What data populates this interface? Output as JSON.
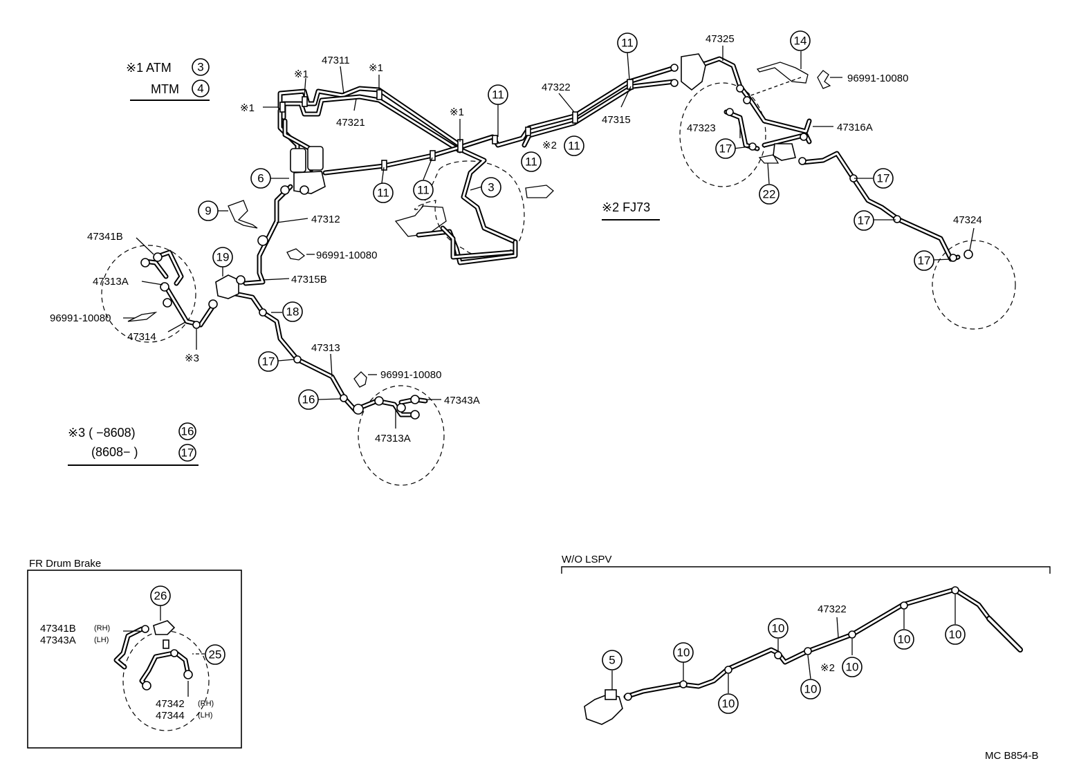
{
  "main": {
    "notes": {
      "n1_atm": "※1 ATM",
      "n1_atm_ref": "3",
      "n1_mtm": "MTM",
      "n1_mtm_ref": "4",
      "n2": "※2 FJ73",
      "n3_a": "※3 (        −8608)",
      "n3_a_ref": "16",
      "n3_b": "(8608−          )",
      "n3_b_ref": "17"
    },
    "parts": {
      "p47311": "47311",
      "p47321": "47321",
      "p47322": "47322",
      "p47315": "47315",
      "p47325": "47325",
      "p96991_a": "96991-10080",
      "p47323": "47323",
      "p47316A": "47316A",
      "p47312": "47312",
      "p96991_b": "96991-10080",
      "p47315B": "47315B",
      "p47341B": "47341B",
      "p47313A_l": "47313A",
      "p96991_c": "96991-10080",
      "p47314": "47314",
      "p47313": "47313",
      "p96991_d": "96991-10080",
      "p47343A": "47343A",
      "p47313A_b": "47313A",
      "p47324": "47324"
    },
    "marks": {
      "star1_a": "※1",
      "star1_b": "※1",
      "star1_c": "※1",
      "star1_d": "※1",
      "star2": "※2",
      "star3": "※3"
    },
    "callouts": {
      "c3": "3",
      "c6": "6",
      "c9": "9",
      "c11_a": "11",
      "c11_b": "11",
      "c11_c": "11",
      "c11_d": "11",
      "c11_e": "11",
      "c11_f": "11",
      "c14": "14",
      "c17_a": "17",
      "c17_b": "17",
      "c17_c": "17",
      "c17_d": "17",
      "c17_e": "17",
      "c18": "18",
      "c19": "19",
      "c16": "16",
      "c22": "22"
    }
  },
  "inset_drum": {
    "title": "FR Drum Brake",
    "p47341B": "47341B",
    "rh1": "(RH)",
    "p47343A": "47343A",
    "lh1": "(LH)",
    "p47342": "47342",
    "rh2": "(RH)",
    "p47344": "47344",
    "lh2": "(LH)",
    "c26": "26",
    "c25": "25"
  },
  "inset_lspv": {
    "title": "W/O LSPV",
    "p47322": "47322",
    "star2": "※2",
    "c5": "5",
    "c10": "10"
  },
  "footer": {
    "code": "MC  B854-B"
  }
}
